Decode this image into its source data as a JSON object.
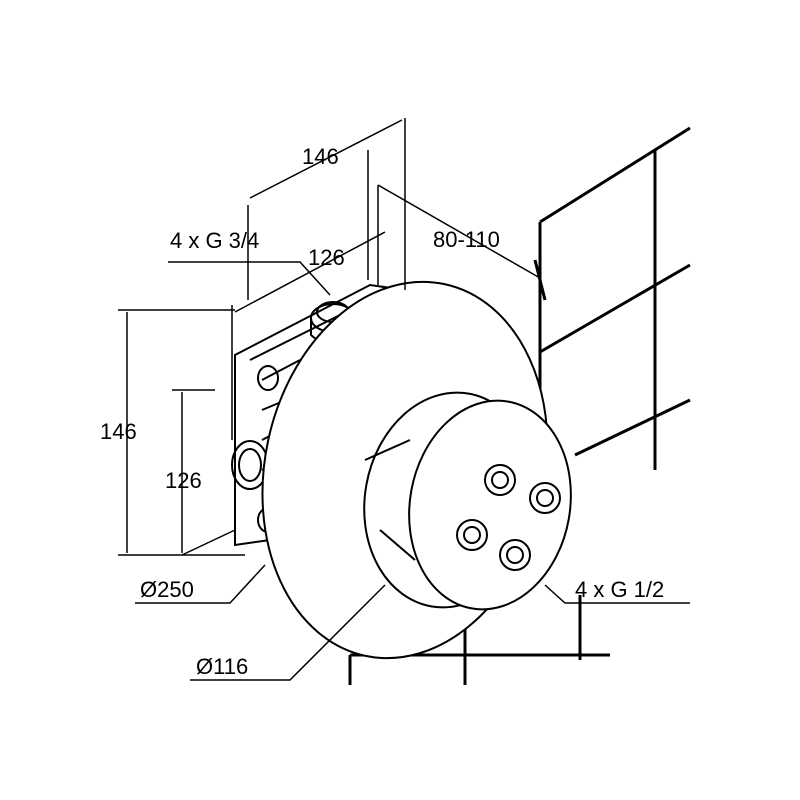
{
  "drawing": {
    "colors": {
      "line": "#000000",
      "background": "#ffffff"
    },
    "dimensions": {
      "top_depth": "146",
      "wall_range": "80-110",
      "inlet_thread": "4 x G 3/4",
      "inner_depth": "126",
      "height_outer": "146",
      "height_inner": "126",
      "cover_diameter": "Ø250",
      "body_diameter": "Ø116",
      "outlet_thread": "4 x G 1/2"
    }
  }
}
